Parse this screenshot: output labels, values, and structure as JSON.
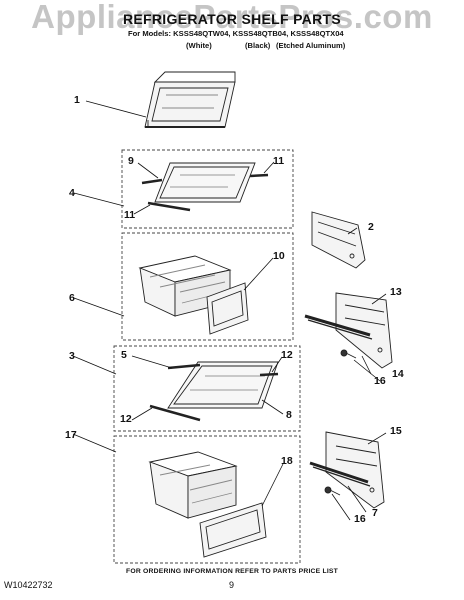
{
  "watermark": "AppliancePartsPros.com",
  "header": {
    "title": "REFRIGERATOR SHELF PARTS",
    "models_line": "For Models: KSSS48QTW04, KSSS48QTB04, KSSS48QTX04",
    "variants": [
      "(White)",
      "(Black)",
      "(Etched Aluminum)"
    ]
  },
  "callouts": [
    "1",
    "2",
    "3",
    "4",
    "5",
    "6",
    "7",
    "8",
    "9",
    "10",
    "11",
    "11",
    "12",
    "12",
    "13",
    "14",
    "15",
    "16",
    "16",
    "17",
    "18"
  ],
  "footer": {
    "note": "FOR ORDERING INFORMATION REFER TO PARTS PRICE LIST",
    "doc_id": "W10422732",
    "page": "9"
  }
}
